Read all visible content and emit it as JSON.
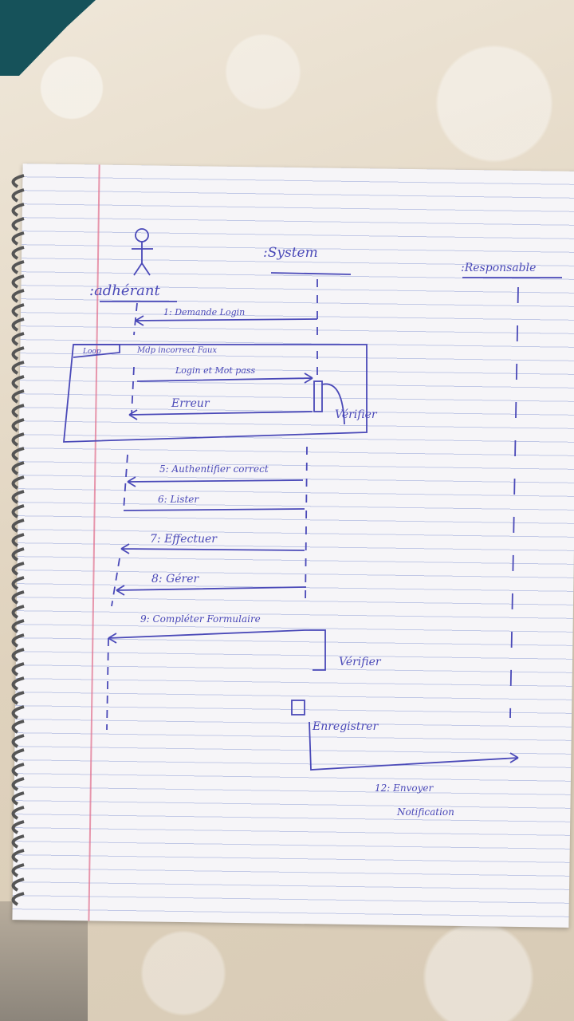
{
  "diagram": {
    "actor": ":adhérant",
    "system": ":System",
    "responsable": ":Responsable",
    "fragment_label": "Loop",
    "guard": "Mdp incorrect Faux",
    "messages": {
      "m1": "1: Demande Login",
      "m2": "Login et Mot pass",
      "m3": "Erreur",
      "m4": "Vérifier",
      "m5": "5: Authentifier correct",
      "m6": "6: Lister",
      "m7": "7: Effectuer",
      "m8": "8: Gérer",
      "m9": "9: Compléter Formulaire",
      "m10": "Vérifier",
      "m11": "Enregistrer",
      "m12a": "12: Envoyer",
      "m12b": "Notification"
    }
  }
}
